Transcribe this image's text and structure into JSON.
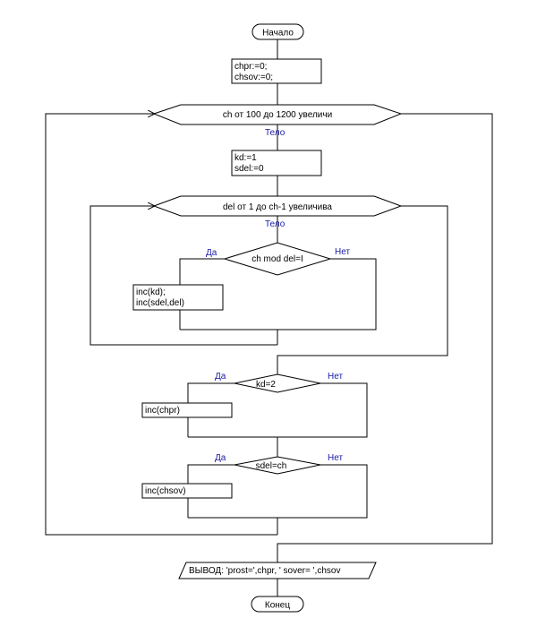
{
  "flowchart": {
    "start": "Начало",
    "end": "Конец",
    "init": {
      "line1": "chpr:=0;",
      "line2": "chsov:=0;"
    },
    "outer_loop": {
      "header": "ch  от  100  до  1200 увеличи",
      "body_tag": "Тело"
    },
    "inner_init": {
      "line1": "kd:=1",
      "line2": "sdel:=0"
    },
    "inner_loop": {
      "header": "del  от  1  до  ch-1 увеличива",
      "body_tag": "Тело"
    },
    "cond_mod": {
      "text": "ch mod del=I",
      "yes": "Да",
      "no": "Нет"
    },
    "inc_block": {
      "line1": "inc(kd);",
      "line2": "inc(sdel,del)"
    },
    "cond_kd": {
      "text": "kd=2",
      "yes": "Да",
      "no": "Нет"
    },
    "inc_chpr": "inc(chpr)",
    "cond_sdel": {
      "text": "sdel=ch",
      "yes": "Да",
      "no": "Нет"
    },
    "inc_chsov": "inc(chsov)",
    "output": "ВЫВОД:  'prost=',chpr, ' sover= ',chsov"
  }
}
